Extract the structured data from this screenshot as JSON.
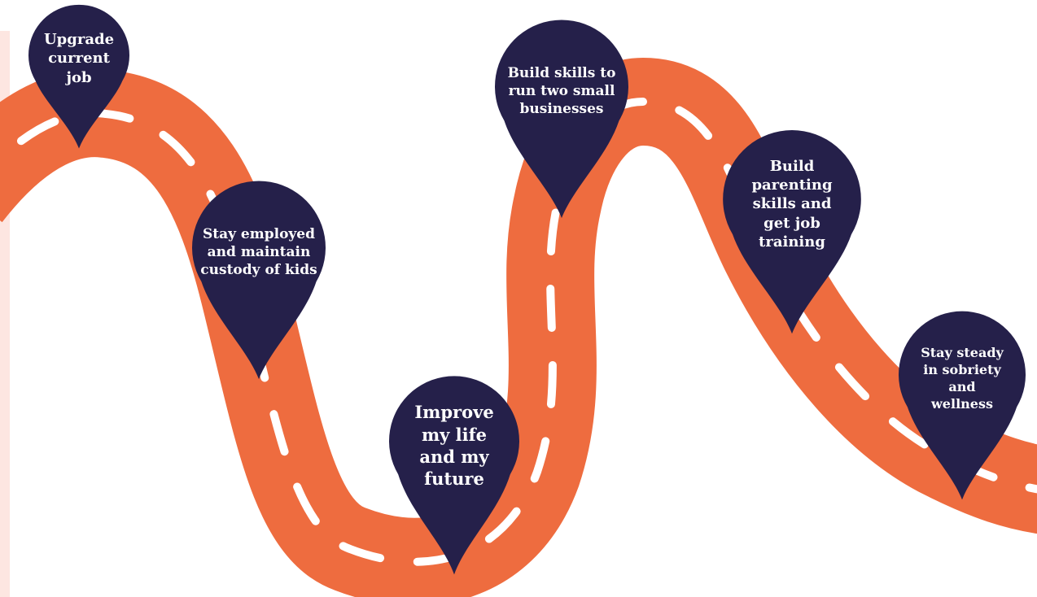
{
  "colors": {
    "road": "#ee6c3f",
    "road_dash": "#ffffff",
    "pin": "#25204a",
    "pin_text": "#ffffff",
    "left_band": "#fde6e1"
  },
  "milestones": [
    {
      "label": "Upgrade current job"
    },
    {
      "label": "Stay employed and maintain custody of kids"
    },
    {
      "label": "Improve my life and my future"
    },
    {
      "label": "Build skills to run two small businesses"
    },
    {
      "label": "Build parenting skills and get job training"
    },
    {
      "label": "Stay steady in sobriety and wellness"
    }
  ]
}
